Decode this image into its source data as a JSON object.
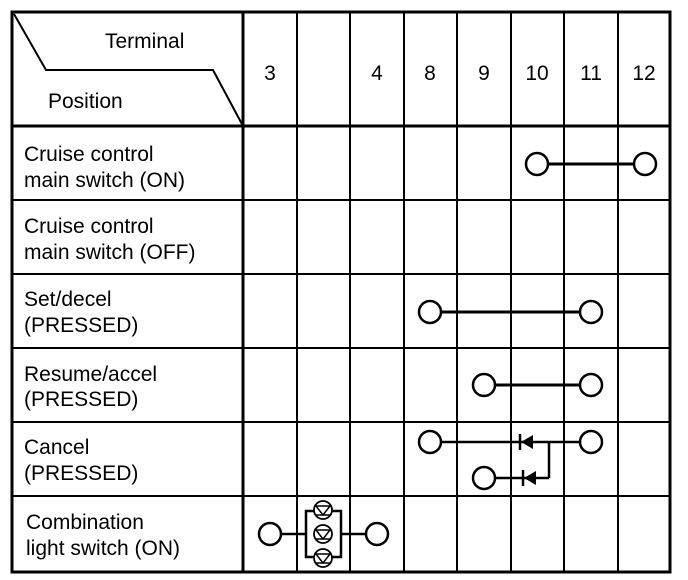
{
  "header": {
    "terminal_label": "Terminal",
    "position_label": "Position",
    "columns": [
      "3",
      "",
      "4",
      "8",
      "9",
      "10",
      "11",
      "12"
    ]
  },
  "rows": [
    {
      "line1": "Cruise control",
      "line2": "main switch (ON)"
    },
    {
      "line1": "Cruise control",
      "line2": "main switch (OFF)"
    },
    {
      "line1": "Set/decel",
      "line2": "(PRESSED)"
    },
    {
      "line1": "Resume/accel",
      "line2": "(PRESSED)"
    },
    {
      "line1": "Cancel",
      "line2": "(PRESSED)"
    },
    {
      "line1": "Combination",
      "line2": "light switch (ON)"
    }
  ],
  "connections": [
    {
      "row": 0,
      "terminals": [
        "10",
        "12"
      ],
      "element": "wire"
    },
    {
      "row": 2,
      "terminals": [
        "8",
        "11"
      ],
      "element": "wire"
    },
    {
      "row": 3,
      "terminals": [
        "9",
        "11"
      ],
      "element": "wire"
    },
    {
      "row": 4,
      "terminals": [
        "8",
        "11"
      ],
      "element": "diode"
    },
    {
      "row": 4,
      "terminals": [
        "9",
        "11"
      ],
      "element": "diode"
    },
    {
      "row": 5,
      "terminals": [
        "3",
        "4"
      ],
      "element": "led-array"
    }
  ]
}
